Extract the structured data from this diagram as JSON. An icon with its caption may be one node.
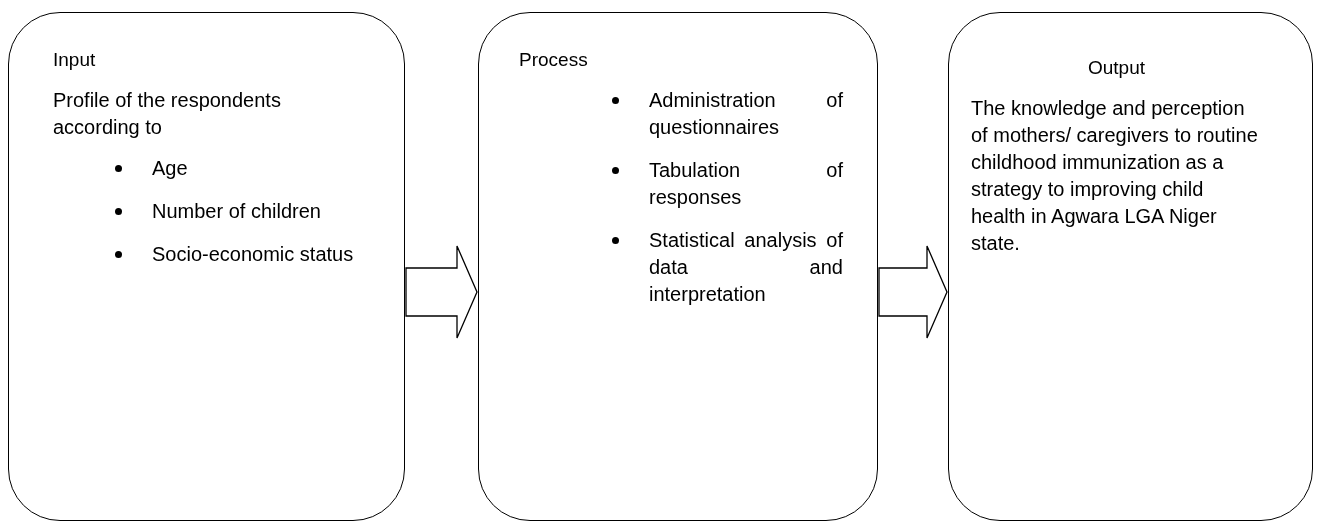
{
  "diagram": {
    "nodes": [
      {
        "text": [
          "Input",
          "Profile of the respondents according to",
          "Age",
          "Number of children",
          "Socio-economic status"
        ]
      },
      {
        "text": [
          "Process",
          "Administration of questionnaires",
          "Tabulation of responses",
          "Statistical analysis of data and interpretation"
        ]
      },
      {
        "text": [
          "Output",
          "The knowledge and perception of mothers/ caregivers to routine childhood immunization as a strategy to improving child health in Agwara LGA Niger state."
        ]
      }
    ],
    "edges": [
      {
        "from": 0,
        "to": 1,
        "arrow": "to"
      },
      {
        "from": 1,
        "to": 2,
        "arrow": "to"
      }
    ]
  }
}
